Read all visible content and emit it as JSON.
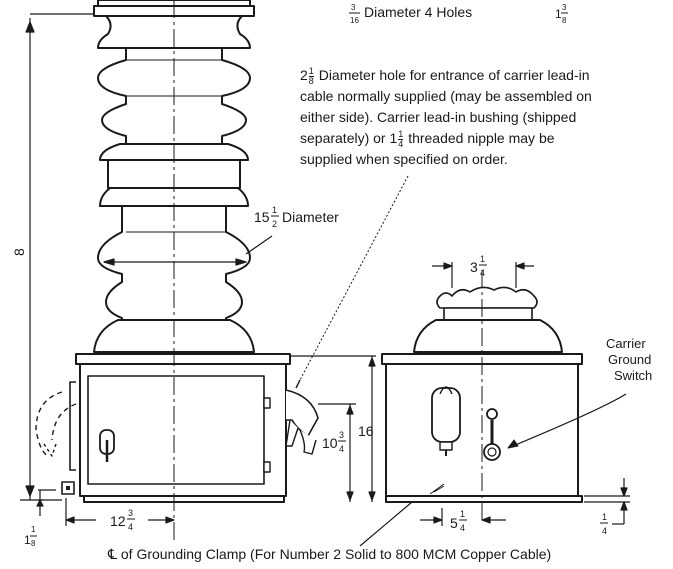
{
  "top_label": {
    "frac_num": "3",
    "frac_den": "16",
    "text": "Diameter 4 Holes"
  },
  "top_right_dim": {
    "whole": "1",
    "num": "3",
    "den": "8"
  },
  "note": {
    "whole": "2",
    "num": "1",
    "den": "8",
    "line1": "Diameter hole for entrance of carrier lead-in",
    "line2": "cable normally supplied (may be assembled on",
    "line3": "either side).  Carrier lead-in bushing (shipped",
    "line4_a": "separately) or",
    "line4_whole": "1",
    "line4_num": "1",
    "line4_den": "4",
    "line4_b": "threaded nipple may be",
    "line5": "supplied when specified on order."
  },
  "diameter_label": {
    "whole": "15",
    "num": "1",
    "den": "2",
    "text": "Diameter"
  },
  "height_label": "8",
  "box_height": "16",
  "door_dim": {
    "whole": "10",
    "num": "3",
    "den": "4"
  },
  "base_offset": {
    "whole": "1",
    "num": "1",
    "den": "8"
  },
  "half_width": {
    "whole": "12",
    "num": "3",
    "den": "4"
  },
  "top_width": {
    "whole": "3",
    "num": "1",
    "den": "4"
  },
  "clamp_offset": {
    "whole": "5",
    "num": "1",
    "den": "4"
  },
  "base_plate": {
    "num": "1",
    "den": "4"
  },
  "switch_label": {
    "line1": "Carrier",
    "line2": "Ground",
    "line3": "Switch"
  },
  "caption": "℄ of Grounding Clamp (For Number 2 Solid to 800 MCM Copper Cable)"
}
